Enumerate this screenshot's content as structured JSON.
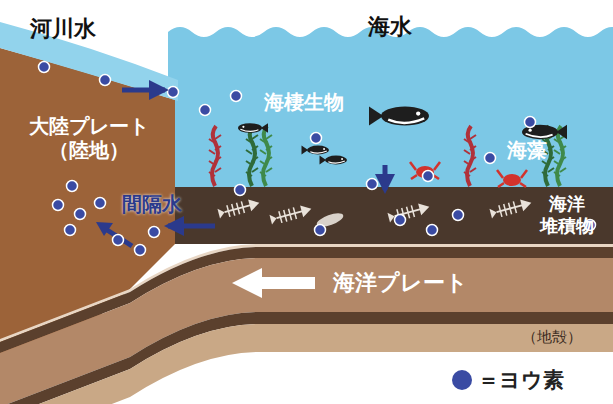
{
  "diagram": {
    "nodes": [
      {
        "text": [
          "河川水"
        ]
      },
      {
        "text": [
          "海水"
        ]
      },
      {
        "text": [
          "海棲生物"
        ],
        "in": 1
      },
      {
        "text": [
          "海藻"
        ],
        "in": 1
      },
      {
        "text": [
          "大陸プレート （陸地）"
        ]
      },
      {
        "text": [
          "海洋 堆積物"
        ]
      },
      {
        "text": [
          "海洋プレート"
        ]
      }
    ],
    "edges": [
      {
        "from": 0,
        "to": 1,
        "arrow": "to"
      },
      {
        "from": 1,
        "to": 5,
        "arrow": "to"
      },
      {
        "from": 5,
        "to": 4,
        "arrow": "to",
        "label": "間隔水"
      }
    ],
    "labels": [
      "（地殻）"
    ],
    "legend": [
      {
        "text": "＝ヨウ素",
        "color": "#3a4ba3"
      }
    ]
  }
}
